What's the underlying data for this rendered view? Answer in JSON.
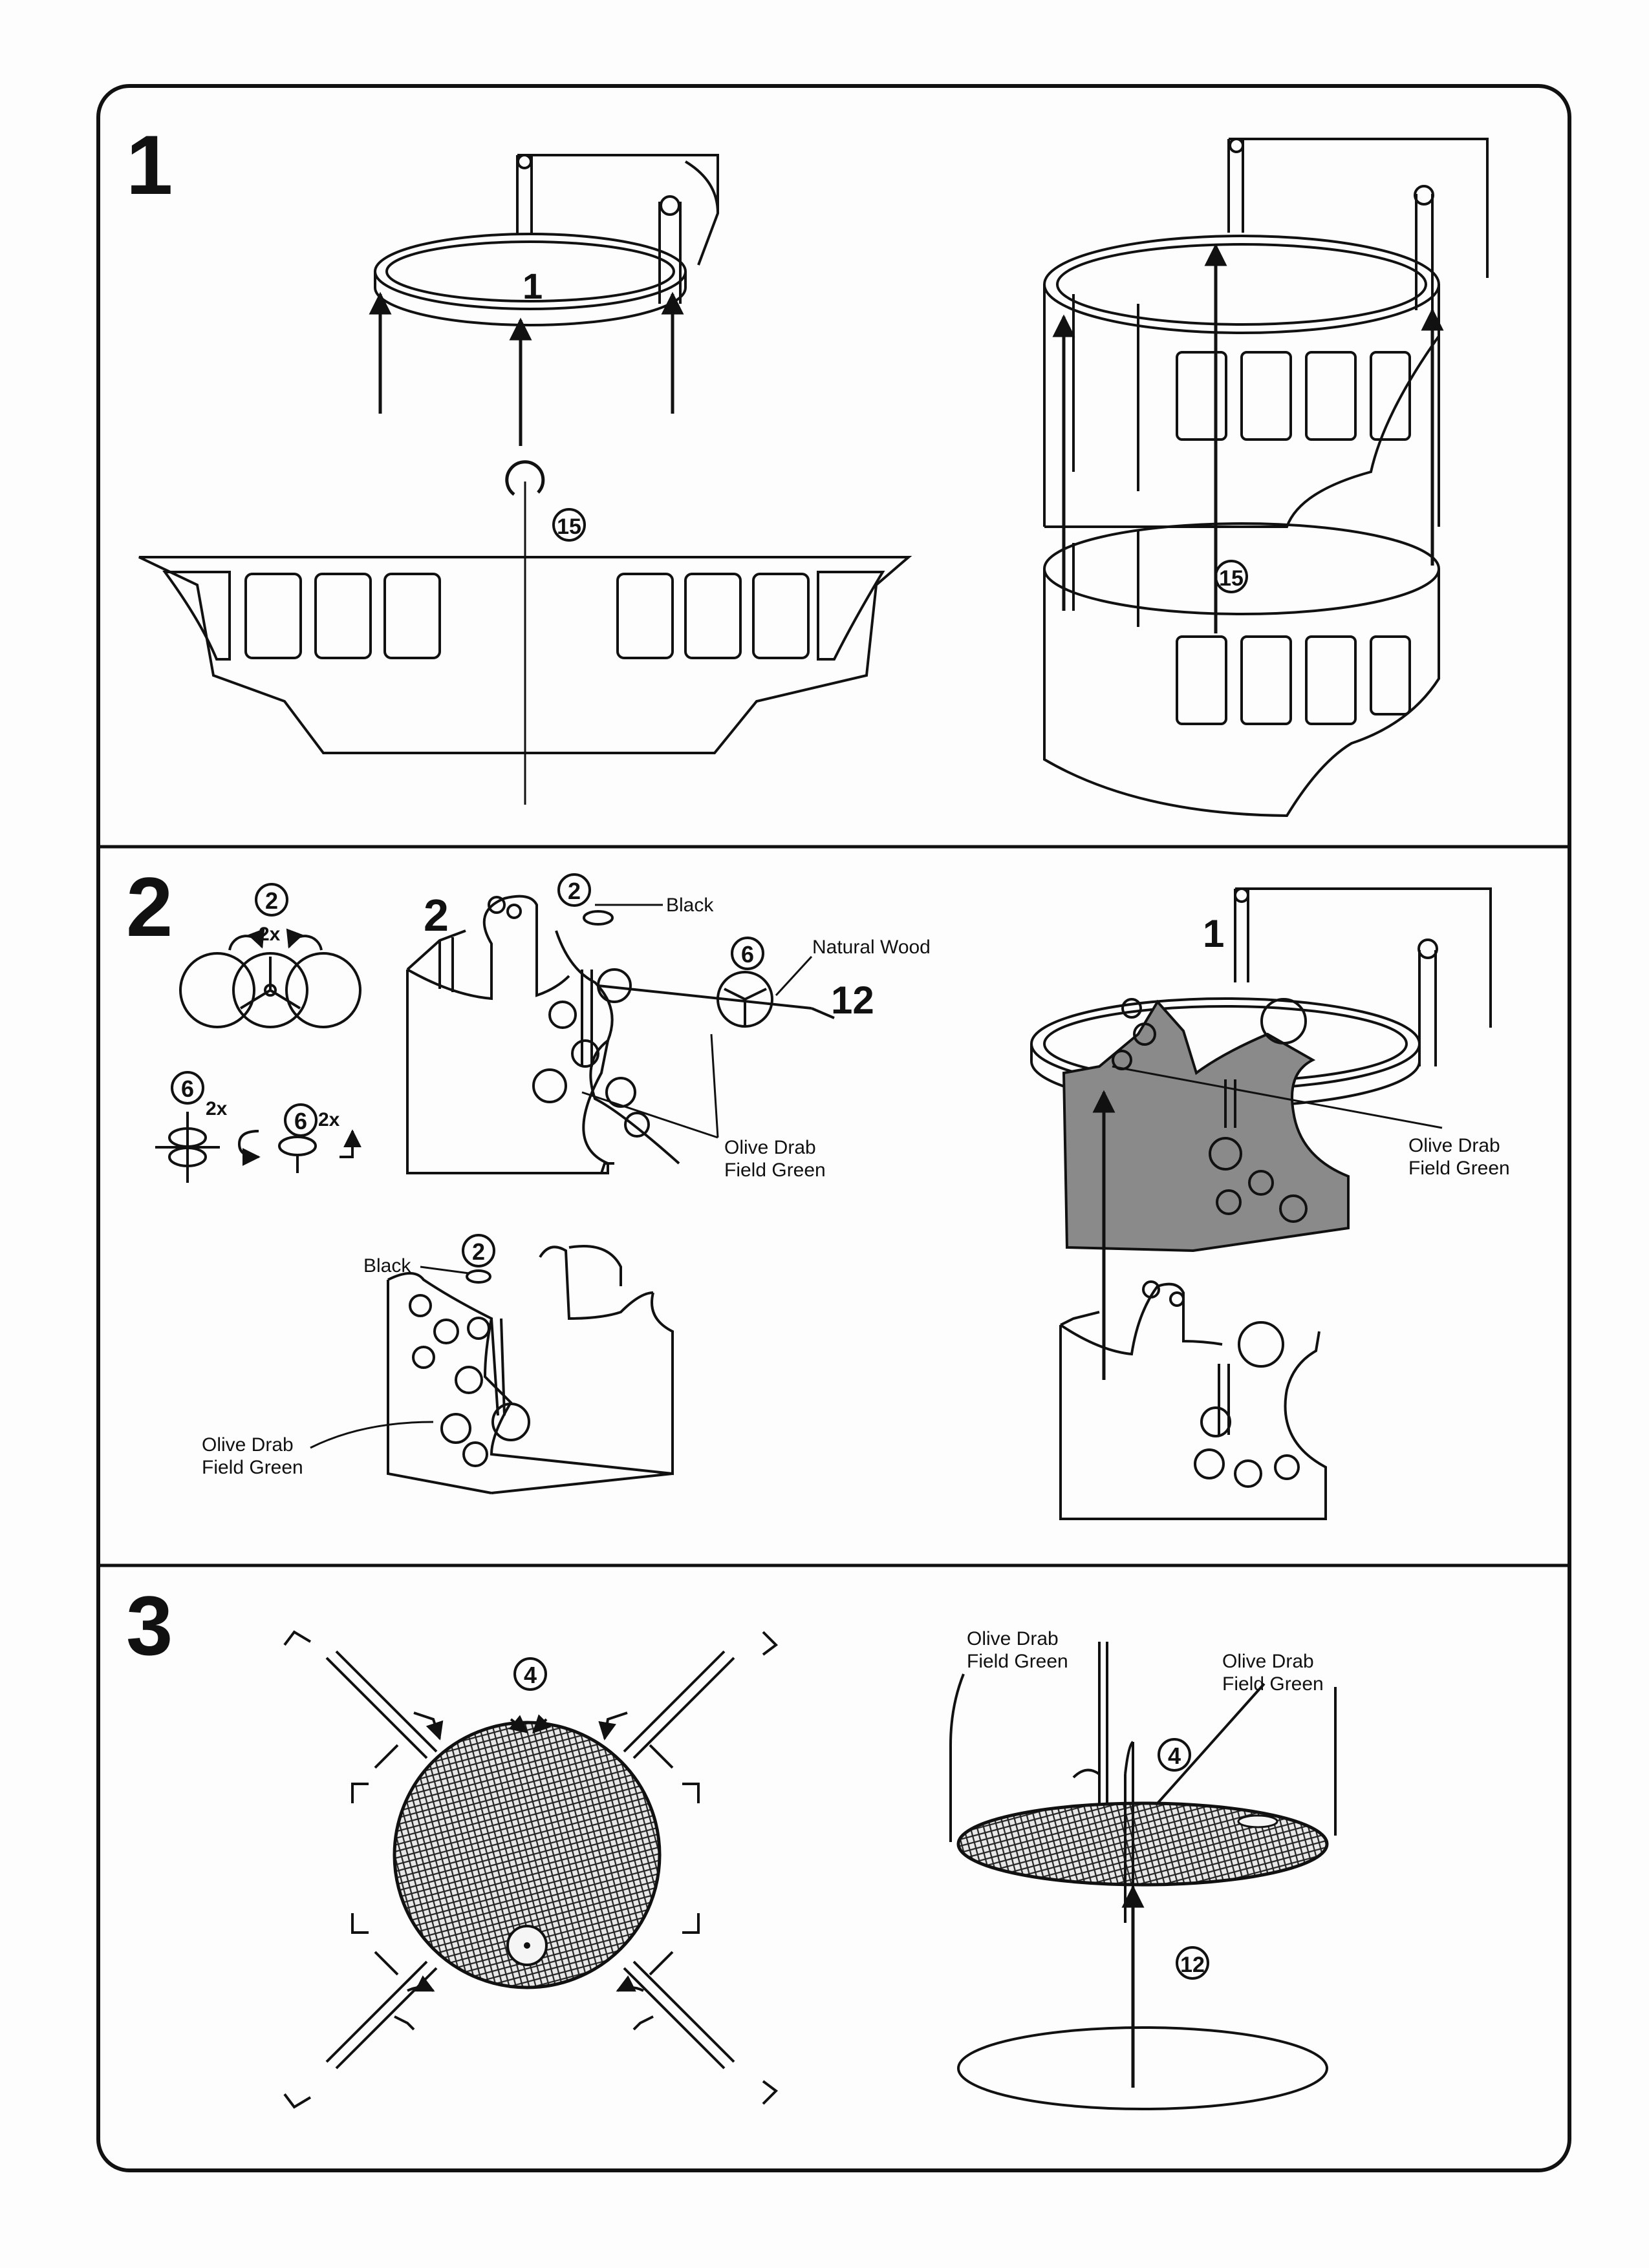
{
  "steps": [
    {
      "number": "1",
      "callouts": {
        "sub_part": "1",
        "part_left": "15",
        "part_right": "15"
      }
    },
    {
      "number": "2",
      "callouts": {
        "wheel_part": "2",
        "wheel_qty": "2x",
        "handle_part_a": "6",
        "handle_qty_a": "2x",
        "handle_part_b": "6",
        "handle_qty_b": "2x",
        "subassembly": "2",
        "cap_part_top": "2",
        "color_black_top": "Black",
        "wheel_part_top": "6",
        "color_natural_wood": "Natural Wood",
        "rod_part": "12",
        "color_olive_drab_a": "Olive Drab",
        "color_field_green_a": "Field Green",
        "cap_part_bottom": "2",
        "color_black_bottom": "Black",
        "color_olive_drab_b": "Olive Drab",
        "color_field_green_b": "Field Green",
        "sub_part_right": "1",
        "color_olive_drab_c": "Olive Drab",
        "color_field_green_c": "Field Green"
      }
    },
    {
      "number": "3",
      "callouts": {
        "floor_part": "4",
        "color_olive_drab_d": "Olive Drab",
        "color_field_green_d": "Field Green",
        "color_olive_drab_e": "Olive Drab",
        "color_field_green_e": "Field Green",
        "floor_part_right": "4",
        "base_part": "12"
      }
    }
  ],
  "colors": {
    "ink": "#111111",
    "paper": "#fdfdfd",
    "shade": "#8a8a8a"
  }
}
